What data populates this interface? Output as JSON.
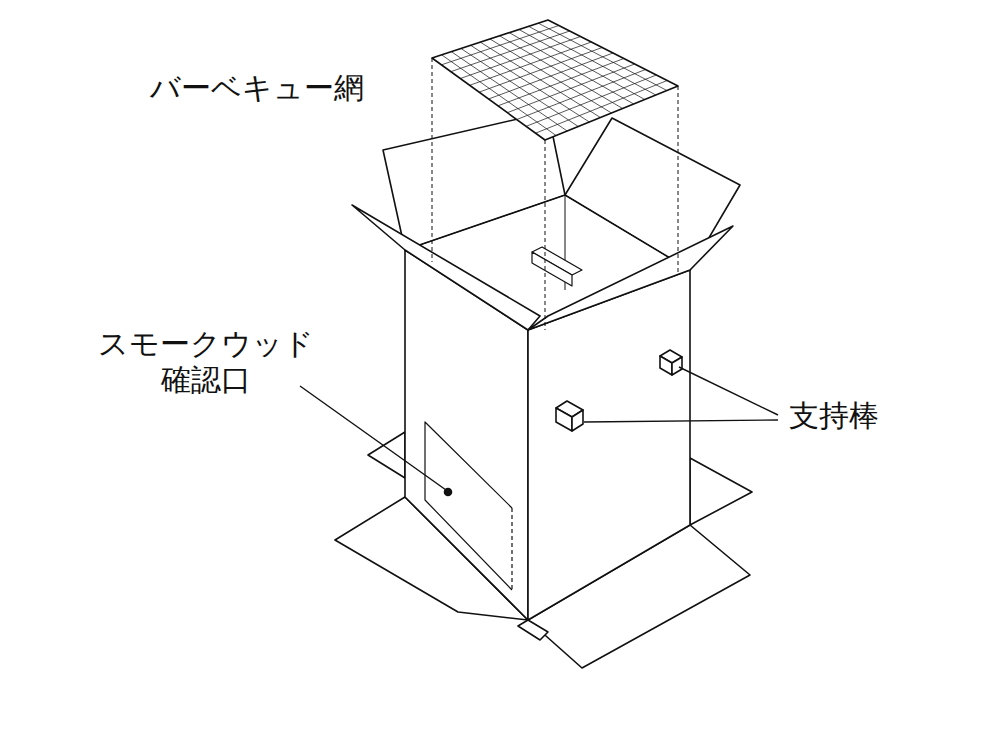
{
  "diagram": {
    "labels": [
      "バーベキュー網",
      "スモークウッド 確認口",
      "支持棒"
    ]
  }
}
